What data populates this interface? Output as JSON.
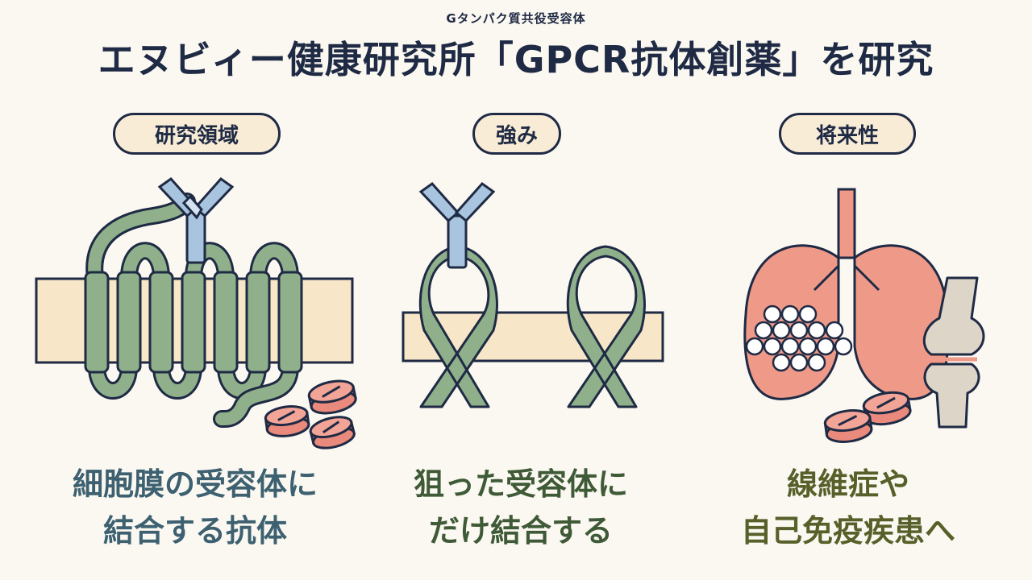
{
  "header": {
    "ruby": "Gタンパク質共役受容体",
    "title": "エヌビィー健康研究所「GPCR抗体創薬」を研究"
  },
  "panels": [
    {
      "label": "研究領域",
      "caption_lines": [
        "細胞膜の受容体に",
        "結合する抗体"
      ]
    },
    {
      "label": "強み",
      "caption_lines": [
        "狙った受容体に",
        "だけ結合する"
      ]
    },
    {
      "label": "将来性",
      "caption_lines": [
        "線維症や",
        "自己免疫疾患へ"
      ]
    }
  ],
  "colors": {
    "navy": "#1f2a44",
    "membrane": "#f7e6c8",
    "receptor_green": "#8fb08a",
    "antibody_blue": "#a9c4de",
    "pill_red": "#e98a7c",
    "lung_red": "#ef9a89",
    "bone": "#ddd5c8"
  },
  "icons": [
    "gpcr-receptor-icon",
    "antibody-icon",
    "pill-icon",
    "lung-icon",
    "knee-joint-icon",
    "ribbon-receptor-icon"
  ]
}
